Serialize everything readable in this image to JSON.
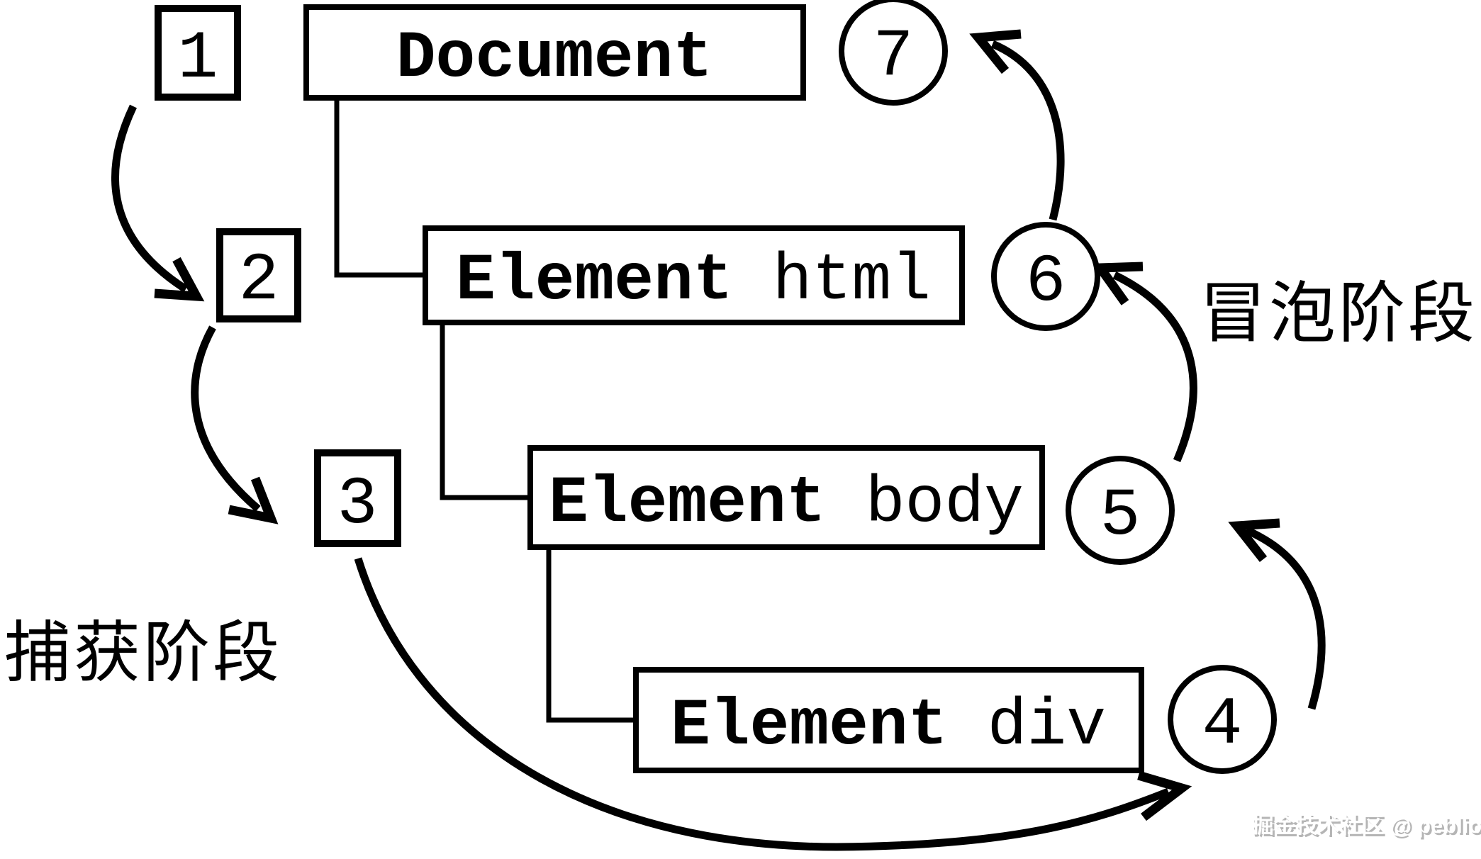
{
  "diagram": {
    "nodes": [
      {
        "label": "Document",
        "tag": ""
      },
      {
        "label": "Element",
        "tag": "html"
      },
      {
        "label": "Element",
        "tag": "body"
      },
      {
        "label": "Element",
        "tag": "div"
      }
    ],
    "capture_steps": [
      "1",
      "2",
      "3"
    ],
    "bubble_steps": [
      "4",
      "5",
      "6",
      "7"
    ],
    "capture_phase_label": "捕获阶段",
    "bubble_phase_label": "冒泡阶段"
  },
  "watermark": {
    "text": "掘金技术社区 @ peblio"
  },
  "colors": {
    "ink": "#000000",
    "background": "#ffffff",
    "watermark_gray": "#b5b5b5"
  }
}
